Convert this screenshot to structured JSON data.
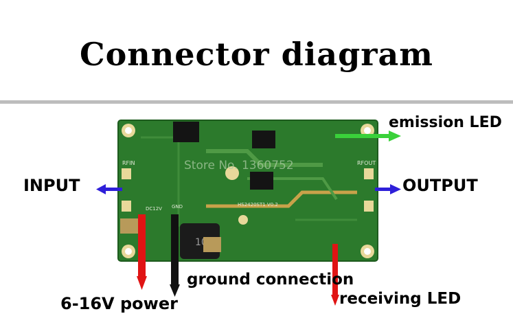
{
  "title": "Connector diagram",
  "labels": {
    "input": "INPUT",
    "output": "OUTPUT",
    "emission_led": "emission LED",
    "ground": "ground connection",
    "power": "6-16V power",
    "receiving_led": "receiving LED"
  },
  "board_text": {
    "chip_label": "HS2420ST1 V0.2",
    "watermark": "Store No. 1360752",
    "rfin": "RFIN",
    "rfout": "RFOUT",
    "dc": "DC12V",
    "gnd": "GND",
    "inductor": "100"
  },
  "colors": {
    "pcb": "#2c7a2c",
    "input_arrow": "#2e1fd9",
    "output_arrow": "#2e1fd9",
    "emission_arrow": "#3ad13a",
    "power_wire": "#e01414",
    "ground_wire": "#111111",
    "receiving_wire": "#e01414"
  }
}
